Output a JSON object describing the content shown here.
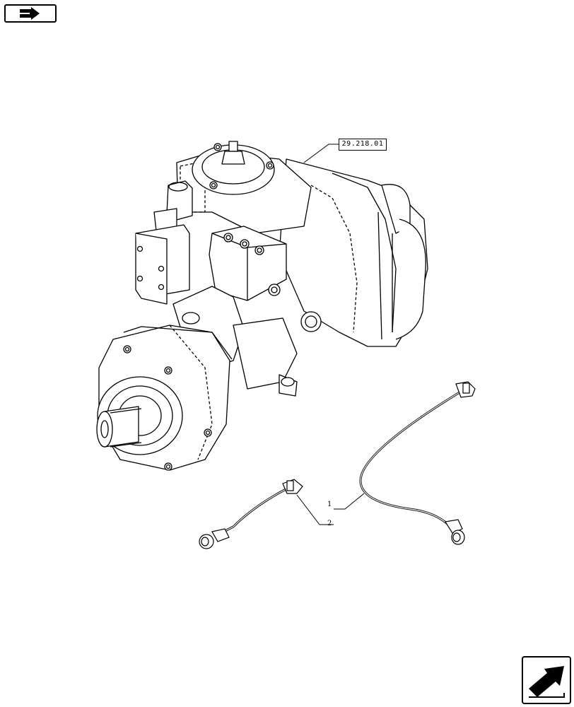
{
  "navigation": {
    "previous_icon": "back-arrow-icon",
    "next_icon": "next-page-arrow-icon"
  },
  "diagram": {
    "reference_label": "29.218.01",
    "callouts": [
      {
        "label": "1",
        "part": "sensor-harness-long"
      },
      {
        "label": "2",
        "part": "sensor-harness-short"
      }
    ]
  }
}
